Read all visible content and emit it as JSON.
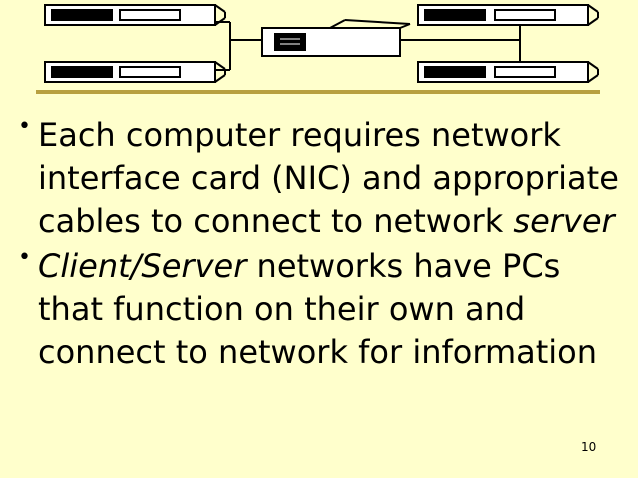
{
  "diagram": {
    "server_icon": "server-icon",
    "workstation_icon": "workstation-icon"
  },
  "bullets": [
    {
      "text": "Each computer requires network interface card (NIC) and appropriate cables to connect to network ",
      "italic_suffix": "server"
    },
    {
      "italic_prefix": "Client/Server",
      "text": " networks have PCs that function on their own and connect to network for information"
    }
  ],
  "slide_number": "10"
}
